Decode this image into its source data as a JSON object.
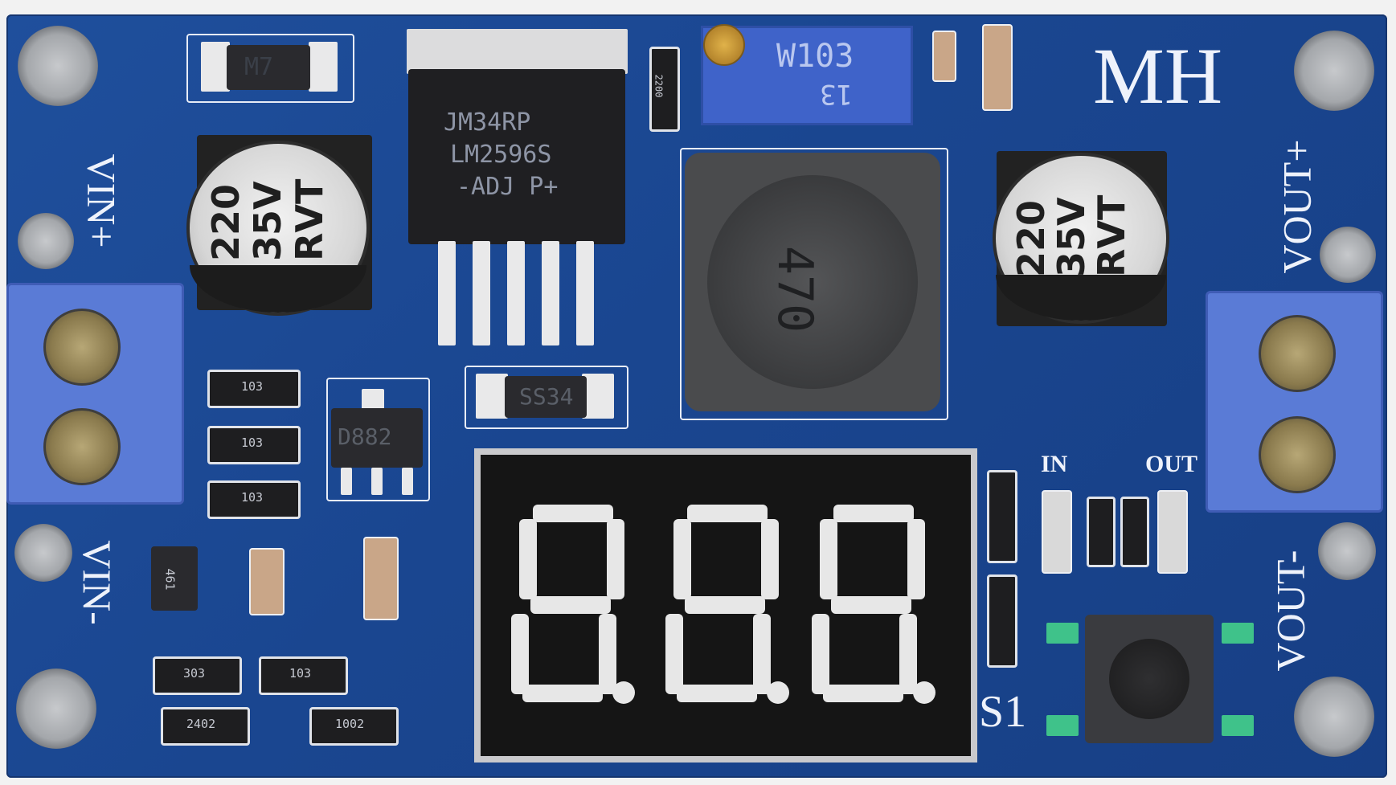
{
  "board": {
    "brand": "MH",
    "labels": {
      "vin_plus": "VIN+",
      "vin_minus": "VIN-",
      "vout_plus": "VOUT+",
      "vout_minus": "VOUT-",
      "in": "IN",
      "out": "OUT",
      "switch": "S1"
    },
    "regulator_lines": [
      "JM34RP",
      "LM2596S",
      "-ADJ P+"
    ],
    "capacitors": [
      {
        "lines": [
          "220",
          "35V",
          "RVT"
        ]
      },
      {
        "lines": [
          "220",
          "35V",
          "RVT"
        ]
      }
    ],
    "markings": {
      "diode_top": "M7",
      "diode_mid": "SS34",
      "transistor": "D882",
      "inductor": "470",
      "pot_a": "W103",
      "pot_b": "13",
      "res_103_a": "103",
      "res_103_b": "103",
      "res_103_c": "103",
      "res_303": "303",
      "res_103_d": "103",
      "res_2402": "2402",
      "res_1002": "1002",
      "res_220": "2200",
      "ic_small": "461"
    },
    "display_digits": [
      "8.",
      "8.",
      "8."
    ],
    "colors": {
      "pcb": "#1c4a96",
      "silk": "#eef2fb",
      "terminal": "#5a7bd6"
    }
  }
}
